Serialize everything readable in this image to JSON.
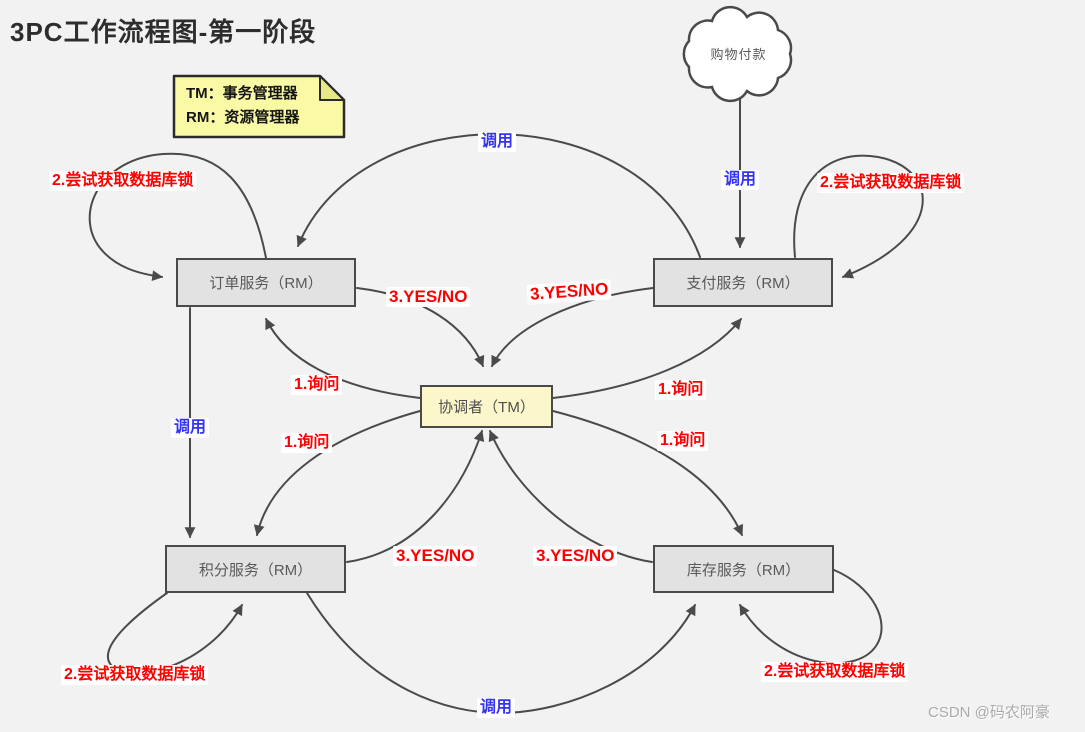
{
  "title": "3PC工作流程图-第一阶段",
  "note": {
    "line1": "TM：事务管理器",
    "line2": "RM：资源管理器"
  },
  "cloud": {
    "label": "购物付款"
  },
  "nodes": {
    "order": "订单服务（RM）",
    "payment": "支付服务（RM）",
    "coordinator": "协调者（TM）",
    "points": "积分服务（RM）",
    "inventory": "库存服务（RM）"
  },
  "edge_labels": {
    "call": "调用",
    "ask": "1.询问",
    "acquire_lock": "2.尝试获取数据库锁",
    "vote": "3.YES/NO"
  },
  "watermark": "CSDN @码农阿豪",
  "colors": {
    "background": "#f2f2f2",
    "edge": "#4a4a4a",
    "node_fill": "#e2e2e2",
    "coordinator_fill": "#fcf6cb",
    "note_fill": "#f9f9a6",
    "note_fold": "#e8e88a",
    "label_red": "#fe0000",
    "label_blue": "#3535f0",
    "watermark_gray": "#aaaaaa"
  }
}
